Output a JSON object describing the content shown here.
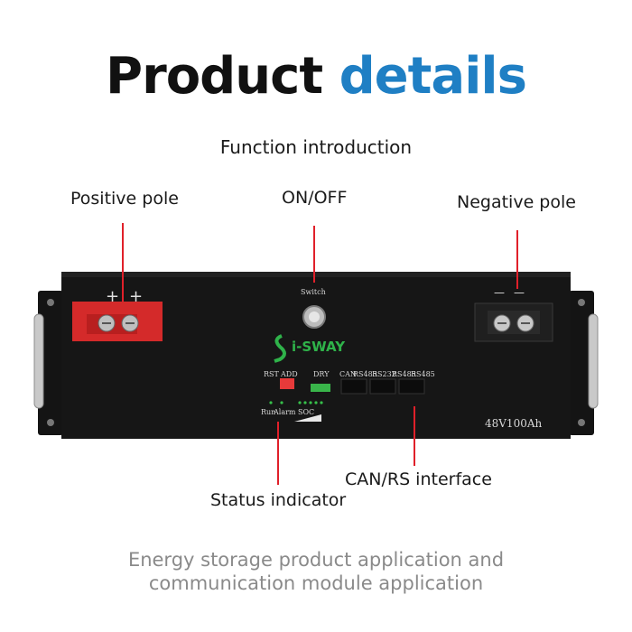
{
  "title": {
    "word1": "Product",
    "word2": "details"
  },
  "subtitle": "Function introduction",
  "labels": {
    "positive_pole": "Positive pole",
    "on_off": "ON/OFF",
    "negative_pole": "Negative pole",
    "can_rs": "CAN/RS interface",
    "status": "Status indicator"
  },
  "device": {
    "switch": "Switch",
    "brand": "i-SWAY",
    "brand_s": "S",
    "plus": "+",
    "minus": "—",
    "ports": [
      "RST",
      "ADD",
      "DRY",
      "CAN",
      "RS485",
      "RS232",
      "RS485",
      "RS485"
    ],
    "indicators": [
      "Run",
      "Alarm",
      "SOC"
    ],
    "model": "48V100Ah"
  },
  "footer": {
    "line1": "Energy storage product application and",
    "line2": "communication module application"
  },
  "colors": {
    "accent_blue": "#1f7fc4",
    "red_pointer": "#e0202a",
    "positive_block": "#d42a2a",
    "brand_green": "#2fb34a"
  }
}
